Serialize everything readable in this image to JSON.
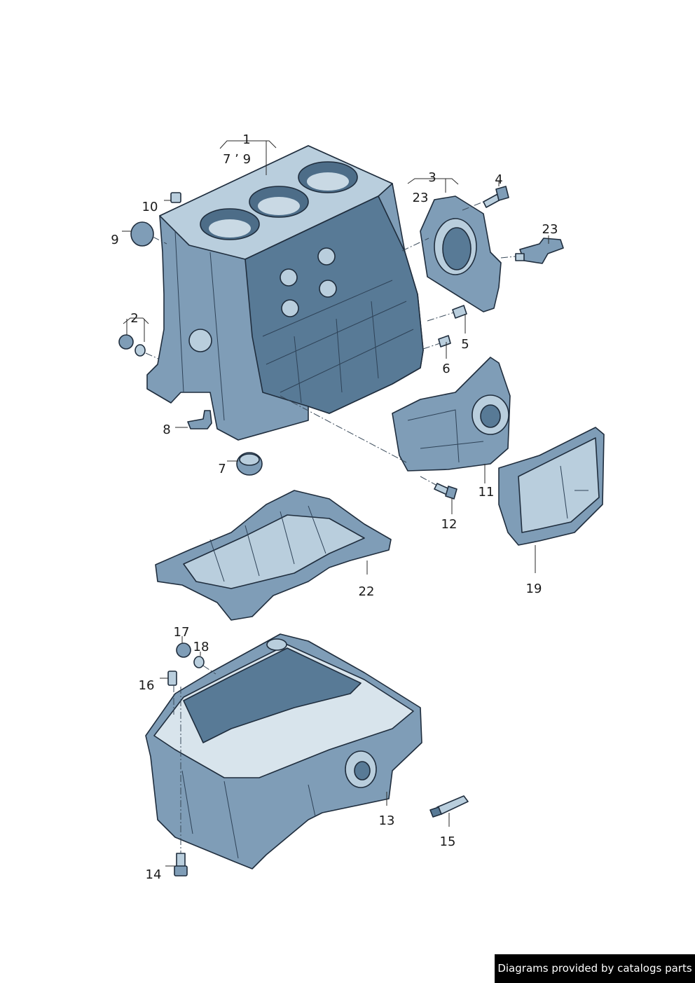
{
  "callouts": {
    "c1": "1",
    "c1_sub": "7 ʼ 9",
    "c2": "2",
    "c3": "3",
    "c3_sub": "23",
    "c4": "4",
    "c5": "5",
    "c6": "6",
    "c7": "7",
    "c8": "8",
    "c9": "9",
    "c10": "10",
    "c11": "11",
    "c12": "12",
    "c13": "13",
    "c14": "14",
    "c15": "15",
    "c16": "16",
    "c17": "17",
    "c18": "18",
    "c19": "19",
    "c22": "22",
    "c23": "23"
  },
  "footer": {
    "text": "Diagrams provided by catalogs parts"
  }
}
